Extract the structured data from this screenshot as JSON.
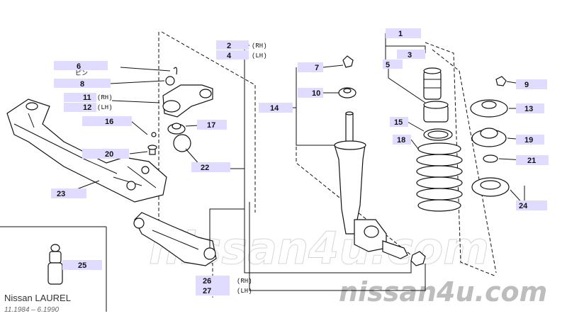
{
  "callouts": [
    {
      "number": "1"
    },
    {
      "number": "2",
      "variant": "(RH)"
    },
    {
      "number": "3"
    },
    {
      "number": "4",
      "variant": "(LH)"
    },
    {
      "number": "5"
    },
    {
      "number": "6",
      "sub": "ピン"
    },
    {
      "number": "7"
    },
    {
      "number": "8"
    },
    {
      "number": "9"
    },
    {
      "number": "10"
    },
    {
      "number": "11",
      "variant": "(RH)"
    },
    {
      "number": "12",
      "variant": "(LH)"
    },
    {
      "number": "13"
    },
    {
      "number": "14"
    },
    {
      "number": "15"
    },
    {
      "number": "16"
    },
    {
      "number": "17"
    },
    {
      "number": "18"
    },
    {
      "number": "19"
    },
    {
      "number": "20"
    },
    {
      "number": "21"
    },
    {
      "number": "22"
    },
    {
      "number": "23"
    },
    {
      "number": "24"
    },
    {
      "number": "25"
    },
    {
      "number": "26",
      "variant": "(RH)"
    },
    {
      "number": "27",
      "variant": "(LH)"
    }
  ],
  "vehicle": {
    "model": "Nissan LAUREL",
    "production": "11.1984 – 6.1990"
  },
  "watermark": {
    "center": "nissan4u.com",
    "corner": "nissan4u.com"
  },
  "colors": {
    "label_highlight": "#e0dcff",
    "line": "#111111",
    "watermark": "#bdbdbd"
  }
}
